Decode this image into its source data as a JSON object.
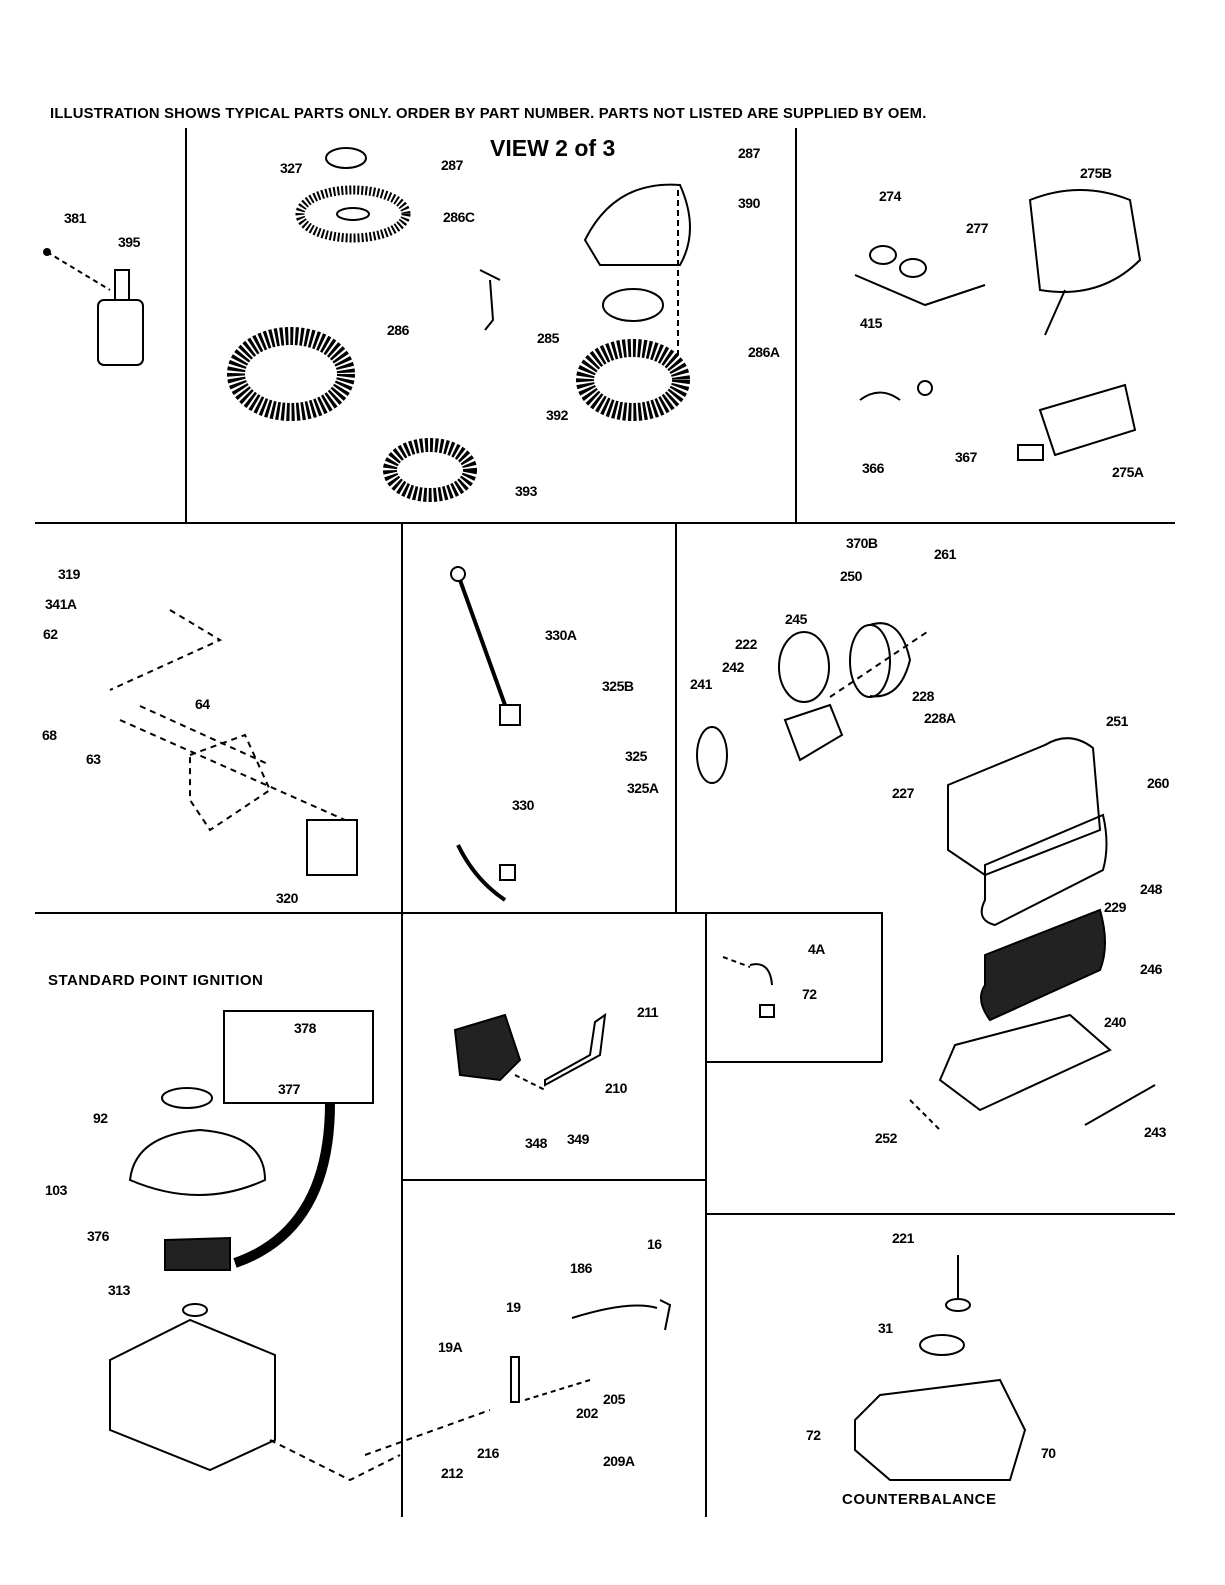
{
  "header": {
    "note": "ILLUSTRATION SHOWS TYPICAL PARTS ONLY. ORDER BY PART NUMBER. PARTS NOT LISTED ARE SUPPLIED BY OEM.",
    "view_title": "VIEW 2 of 3"
  },
  "sections": {
    "ignition_title": "STANDARD POINT IGNITION",
    "counterbalance_title": "COUNTERBALANCE"
  },
  "panels": {
    "starter": {
      "parts": [
        "381",
        "395"
      ]
    },
    "recoil_starter": {
      "parts": [
        "327",
        "287",
        "286C",
        "287",
        "390",
        "285",
        "286",
        "286A",
        "392",
        "393"
      ]
    },
    "muffler": {
      "parts": [
        "274",
        "277",
        "415",
        "275B",
        "366",
        "367",
        "275A"
      ]
    },
    "control_bracket": {
      "parts": [
        "319",
        "341A",
        "62",
        "68",
        "63",
        "64",
        "320"
      ]
    },
    "ground_wires": {
      "parts": [
        "330A",
        "325B",
        "325",
        "325A",
        "330"
      ]
    },
    "air_cleaner_round": {
      "parts": [
        "370B",
        "261",
        "250",
        "245",
        "222",
        "242",
        "241",
        "228",
        "228A",
        "227"
      ]
    },
    "air_cleaner_oval": {
      "parts": [
        "251",
        "260",
        "248",
        "229",
        "246",
        "240",
        "252",
        "243"
      ]
    },
    "fitting": {
      "parts": [
        "4A",
        "72"
      ]
    },
    "ignition": {
      "parts": [
        "378",
        "377",
        "92",
        "103",
        "376",
        "313"
      ]
    },
    "carburetor_bracket": {
      "parts": [
        "211",
        "210",
        "348",
        "349"
      ]
    },
    "governor_linkage": {
      "parts": [
        "16",
        "186",
        "19",
        "19A",
        "205",
        "202",
        "212",
        "216",
        "209A"
      ]
    },
    "counterbalance": {
      "parts": [
        "221",
        "31",
        "72",
        "70"
      ]
    }
  }
}
